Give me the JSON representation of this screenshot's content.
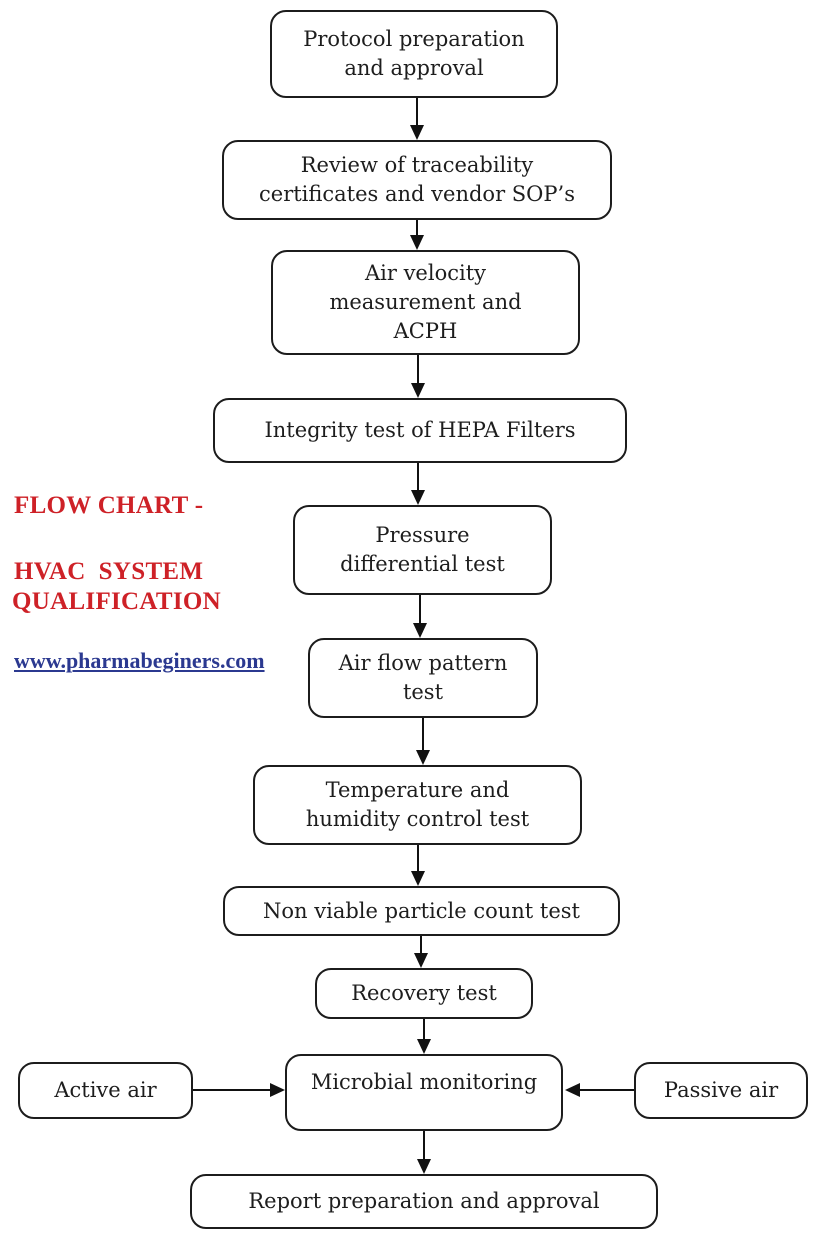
{
  "heading": {
    "line1": "FLOW CHART -",
    "line2": "HVAC  SYSTEM",
    "line3": "QUALIFICATION",
    "title_color": "#CE2127",
    "website": "www.pharmabeginers.com",
    "link_color": "#2B3990"
  },
  "flowchart": {
    "line_color": "#111111",
    "box_border_color": "#1c1c1c",
    "box_fill_color": "#ffffff",
    "nodes": [
      {
        "id": "protocol-preparation",
        "label": "Protocol preparation\nand approval"
      },
      {
        "id": "traceability-review",
        "label": "Review of traceability\ncertificates and vendor SOP’s"
      },
      {
        "id": "air-velocity",
        "label": "Air velocity\nmeasurement and\nACPH"
      },
      {
        "id": "hepa-integrity",
        "label": "Integrity test of HEPA Filters"
      },
      {
        "id": "pressure-differential",
        "label": "Pressure\ndifferential test"
      },
      {
        "id": "air-flow-pattern",
        "label": "Air flow pattern\ntest"
      },
      {
        "id": "temperature-humidity",
        "label": "Temperature and\nhumidity control test"
      },
      {
        "id": "non-viable-particle",
        "label": "Non viable particle count test"
      },
      {
        "id": "recovery-test",
        "label": "Recovery test"
      },
      {
        "id": "microbial-monitoring",
        "label": "Microbial monitoring"
      },
      {
        "id": "active-air",
        "label": "Active air"
      },
      {
        "id": "passive-air",
        "label": "Passive air"
      },
      {
        "id": "report-preparation",
        "label": "Report preparation and approval"
      }
    ]
  }
}
